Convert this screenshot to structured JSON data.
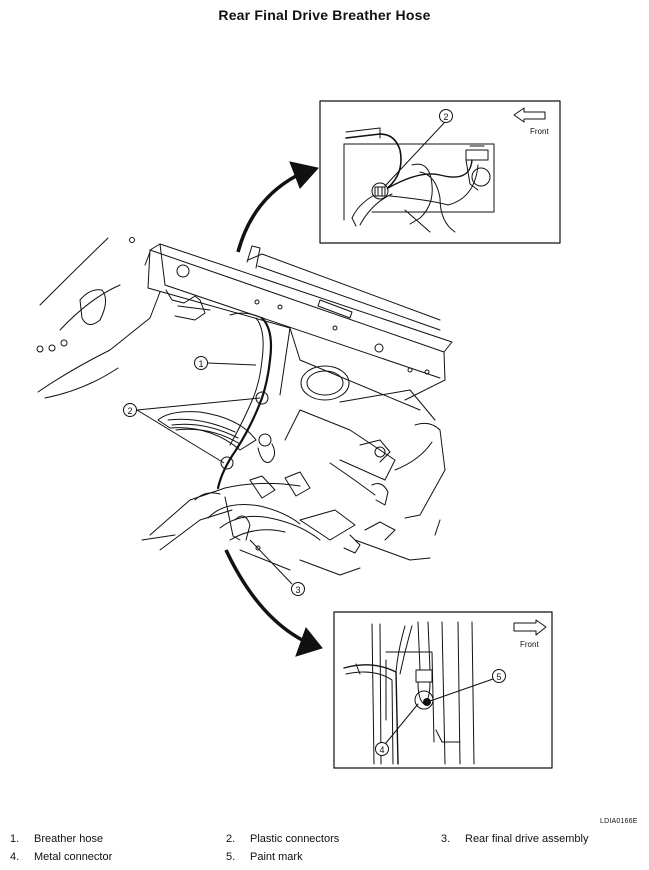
{
  "title": "Rear Final Drive Breather Hose",
  "figure_id": "LDIA0166E",
  "callouts": [
    "1",
    "2",
    "3",
    "4",
    "5"
  ],
  "inset_top": {
    "front_label": "Front",
    "callout": "2"
  },
  "inset_bottom": {
    "front_label": "Front",
    "callouts": [
      "5",
      "4"
    ]
  },
  "legend": [
    {
      "num": "1.",
      "label": "Breather hose"
    },
    {
      "num": "2.",
      "label": "Plastic connectors"
    },
    {
      "num": "3.",
      "label": "Rear final drive assembly"
    },
    {
      "num": "4.",
      "label": "Metal connector"
    },
    {
      "num": "5.",
      "label": "Paint mark"
    }
  ]
}
